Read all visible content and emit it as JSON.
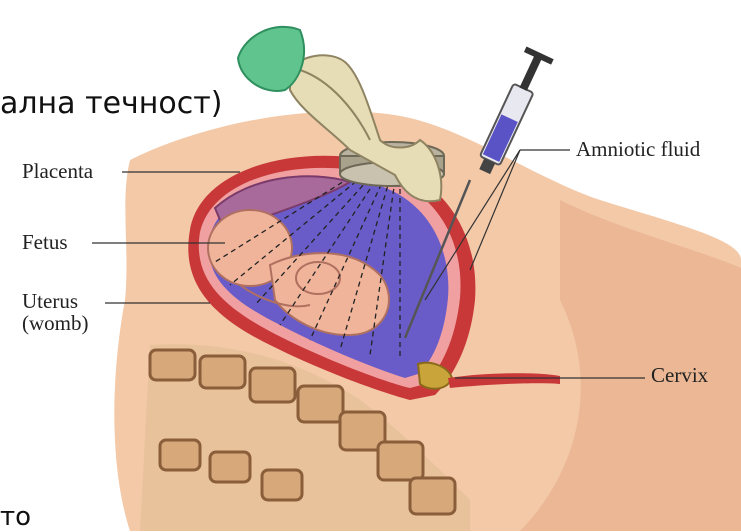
{
  "slide": {
    "fragment_top": "ална течност)",
    "fragment_bottom": "то"
  },
  "labels": {
    "placenta": "Placenta",
    "fetus": "Fetus",
    "uterus_line1": "Uterus",
    "uterus_line2": "(womb)",
    "amniotic_fluid": "Amniotic fluid",
    "cervix": "Cervix"
  },
  "colors": {
    "skin": "#f3c9a8",
    "skin_shadow": "#e3a988",
    "uterus_wall": "#c83838",
    "amniotic": "#6a5cc8",
    "fetus": "#f0b49a",
    "glove": "#e6dcb6",
    "cuff": "#5fc48e",
    "transducer": "#b9b29e",
    "syringe_fluid": "#5a53c6",
    "spine": "#d7a97a",
    "cervix": "#c8a43a"
  }
}
